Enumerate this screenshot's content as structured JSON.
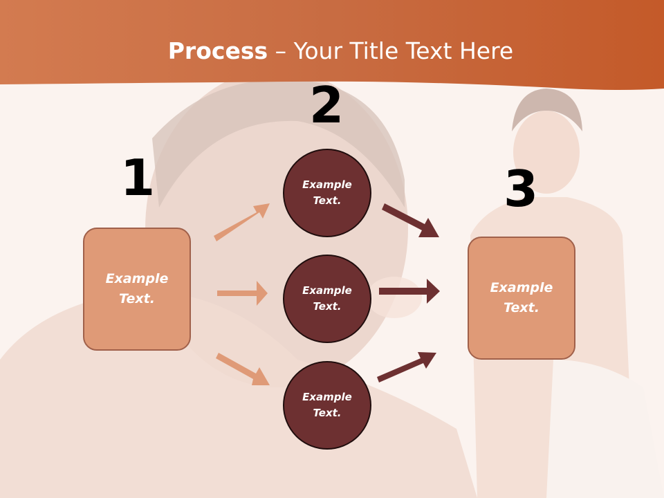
{
  "title": {
    "bold": "Process",
    "rest": " – Your Title Text Here"
  },
  "steps": [
    {
      "number": "1",
      "box_text": "Example Text."
    },
    {
      "number": "2",
      "circles": [
        "Example Text.",
        "Example Text.",
        "Example Text."
      ]
    },
    {
      "number": "3",
      "box_text": "Example Text."
    }
  ],
  "colors": {
    "header": "#c8653a",
    "box_fill": "#df9a77",
    "circle_fill": "#6d3031",
    "arrow_light": "#df9a77",
    "arrow_dark": "#6d3031"
  }
}
